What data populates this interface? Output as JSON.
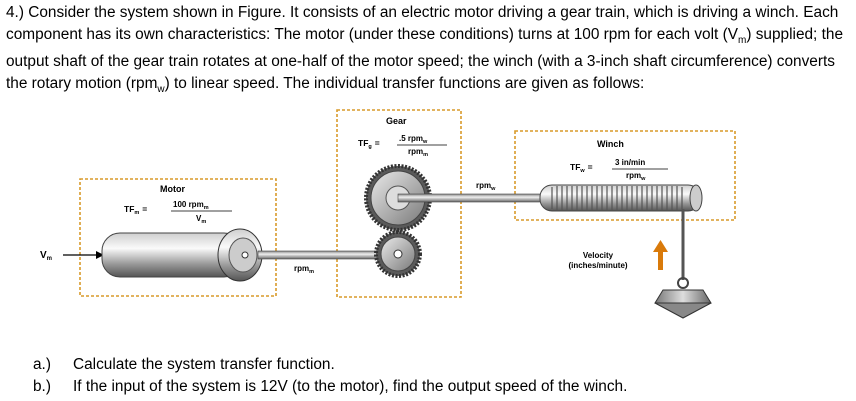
{
  "problem": {
    "number": "4.)",
    "text_before_sub1": "Consider the system shown in Figure. It consists of an electric motor driving a gear train, which is driving a winch. Each component has its own characteristics: The motor (under these conditions) turns at 100 rpm for each volt (V",
    "sub1": "m",
    "text_before_sub2": ") supplied; the output shaft of the gear train rotates at one-half of the motor speed; the winch (with a 3-inch shaft circumference) converts the rotary motion (rpm",
    "sub2": "w",
    "text_end": ") to linear speed. The individual transfer functions are given as follows:"
  },
  "diagram": {
    "gear": {
      "title": "Gear",
      "tf": "TF",
      "tf_sub": "g",
      "equals": "=",
      "num": ".5 rpm",
      "num_sub": "w",
      "den": "rpm",
      "den_sub": "m"
    },
    "winch": {
      "title": "Winch",
      "tf": "TF",
      "tf_sub": "w",
      "equals": "=",
      "num": "3 in/min",
      "den": "rpm",
      "den_sub": "w"
    },
    "motor": {
      "title": "Motor",
      "tf": "TF",
      "tf_sub": "m",
      "equals": "=",
      "num": "100 rpm",
      "num_sub": "m",
      "den": "V",
      "den_sub": "m"
    },
    "input": {
      "label": "V",
      "sub": "m"
    },
    "rpm_m": {
      "label": "rpm",
      "sub": "m"
    },
    "rpm_w": {
      "label": "rpm",
      "sub": "w"
    },
    "velocity": {
      "line1": "Velocity",
      "line2": "(inches/minute)"
    },
    "arrow_color": "#d97a0a",
    "box_border_color": "#d89a2a"
  },
  "questions": [
    {
      "label": "a.)",
      "text": "Calculate the system transfer function."
    },
    {
      "label": "b.)",
      "text": "If the input of the system is 12V (to the motor), find the output speed of the winch."
    }
  ]
}
